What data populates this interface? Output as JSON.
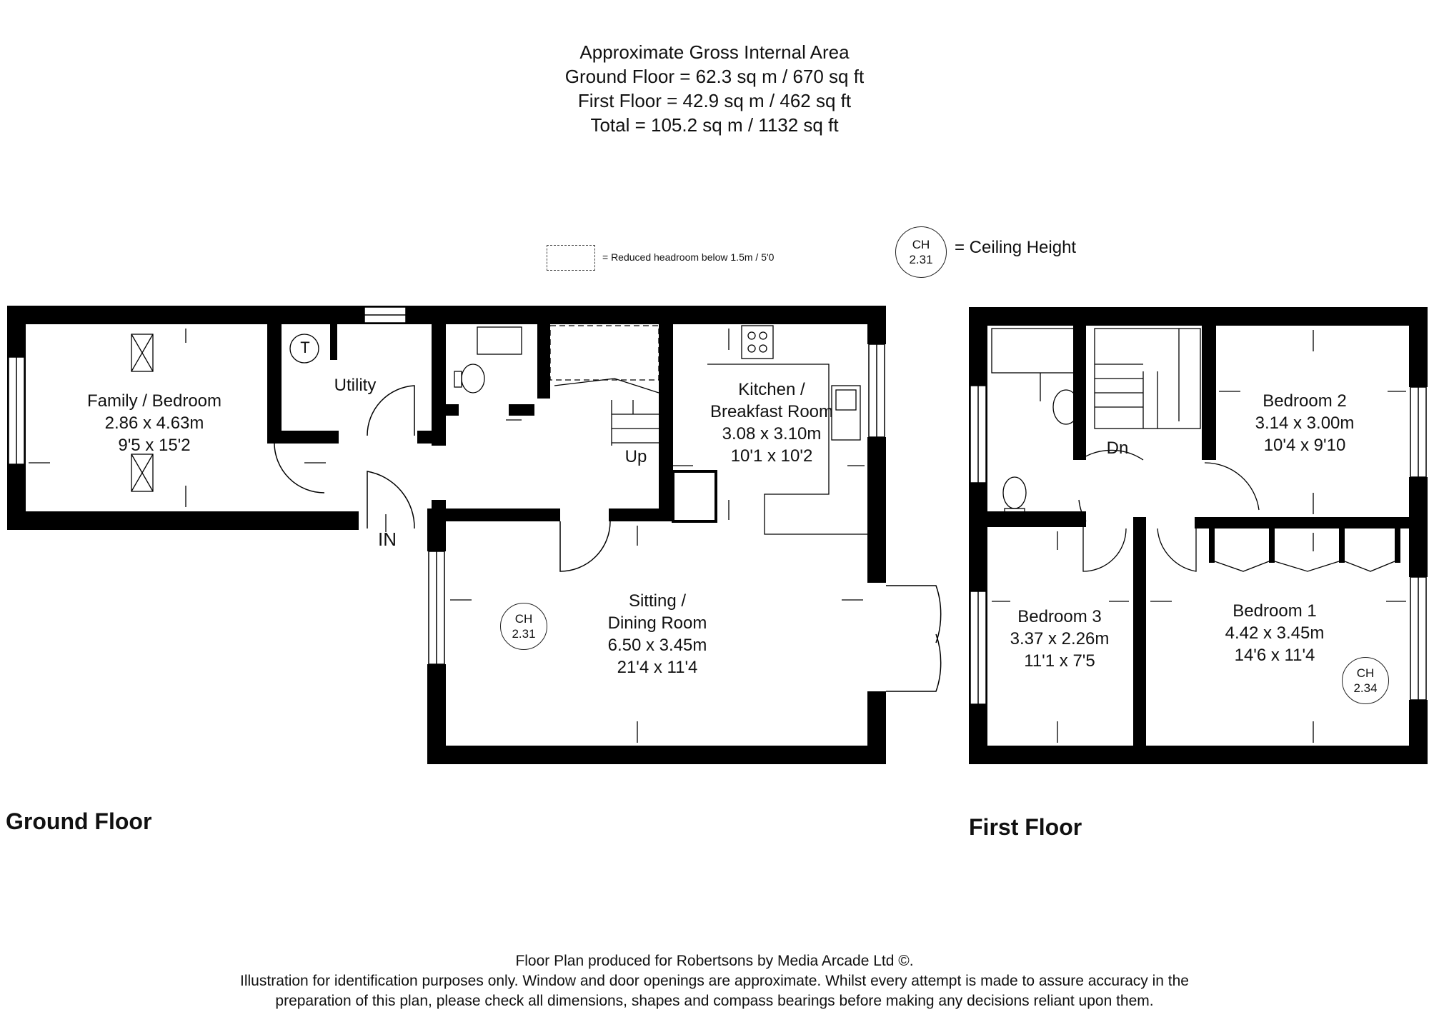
{
  "header": {
    "line1": "Approximate Gross Internal Area",
    "line2": "Ground Floor = 62.3 sq m / 670 sq ft",
    "line3": "First Floor = 42.9 sq m / 462 sq ft",
    "line4": "Total = 105.2 sq m / 1132 sq ft"
  },
  "legend": {
    "reduced_headroom": "= Reduced headroom below 1.5m / 5'0",
    "ch_symbol_top": "CH",
    "ch_symbol_value": "2.31",
    "ceiling_height": "= Ceiling Height"
  },
  "ground_floor": {
    "title": "Ground Floor",
    "family_bedroom": {
      "name": "Family / Bedroom",
      "metric": "2.86 x 4.63m",
      "imperial": "9'5 x 15'2"
    },
    "utility": {
      "name": "Utility"
    },
    "tank_symbol": "T",
    "kitchen": {
      "name1": "Kitchen /",
      "name2": "Breakfast Room",
      "metric": "3.08 x 3.10m",
      "imperial": "10'1 x 10'2"
    },
    "sitting": {
      "name1": "Sitting /",
      "name2": "Dining Room",
      "metric": "6.50 x 3.45m",
      "imperial": "21'4 x 11'4"
    },
    "up_label": "Up",
    "in_label": "IN",
    "ch": {
      "top": "CH",
      "value": "2.31"
    }
  },
  "first_floor": {
    "title": "First Floor",
    "bedroom2": {
      "name": "Bedroom 2",
      "metric": "3.14 x 3.00m",
      "imperial": "10'4 x 9'10"
    },
    "bedroom3": {
      "name": "Bedroom 3",
      "metric": "3.37 x 2.26m",
      "imperial": "11'1 x 7'5"
    },
    "bedroom1": {
      "name": "Bedroom 1",
      "metric": "4.42 x 3.45m",
      "imperial": "14'6 x 11'4"
    },
    "dn_label": "Dn",
    "ch": {
      "top": "CH",
      "value": "2.34"
    }
  },
  "footer": {
    "line1": "Floor Plan produced for Robertsons by Media Arcade Ltd ©.",
    "line2": "Illustration for identification purposes only. Window and door openings are approximate. Whilst every attempt is made to assure accuracy in the",
    "line3": "preparation of this plan, please check all dimensions, shapes and compass bearings before making any decisions reliant upon them."
  }
}
